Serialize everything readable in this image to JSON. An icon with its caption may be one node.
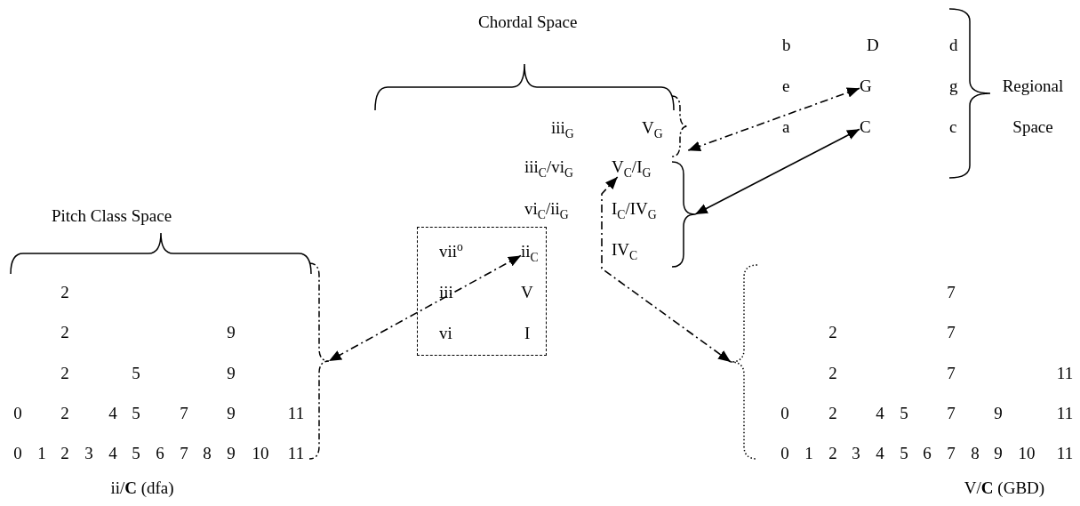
{
  "diagram": {
    "nodes": [
      {
        "text": [
          "G"
        ]
      },
      {
        "text": [
          "C"
        ]
      },
      {
        "text": [],
        "shape": "bracket"
      },
      {
        "text": [
          "V$_{C}$/I$_{G}$"
        ]
      },
      {
        "text": [],
        "shape": "bracket"
      },
      {
        "text": [
          "vii$^{o}$",
          "iii",
          "V",
          "vi",
          "I"
        ]
      },
      {
        "text": [
          "ii$_{C}$"
        ],
        "in": 5
      },
      {
        "text": [],
        "shape": "bracket"
      },
      {
        "text": [],
        "shape": "bracket"
      }
    ],
    "edges": [
      {
        "from": 6,
        "to": 7,
        "arrow": "both",
        "style": "dashed"
      },
      {
        "from": 3,
        "to": 8,
        "arrow": "both",
        "style": "dashed"
      },
      {
        "from": 0,
        "to": 2,
        "arrow": "both",
        "style": "dashed"
      },
      {
        "from": 1,
        "to": 4,
        "arrow": "both"
      }
    ],
    "labels": [
      "Chordal Space",
      "b",
      "D",
      "d",
      "e",
      "g",
      "a",
      "c",
      "Regional Space",
      "iii$_{G}$",
      "V$_{G}$",
      "iii$_{C}$/vi$_{G}$",
      "vi$_{C}$/ii$_{G}$",
      "I$_{C}$/IV$_{G}$",
      "IV$_{C}$",
      "Pitch Class Space",
      "2",
      "2",
      "9",
      "2",
      "5",
      "9",
      "0",
      "2",
      "4",
      "5",
      "7",
      "9",
      "11",
      "0",
      "1",
      "2",
      "3",
      "4",
      "5",
      "6",
      "7",
      "8",
      "9",
      "10",
      "11",
      "ii/**C** (dfa)",
      "7",
      "2",
      "7",
      "2",
      "7",
      "11",
      "0",
      "2",
      "4",
      "5",
      "7",
      "9",
      "11",
      "0",
      "1",
      "2",
      "3",
      "4",
      "5",
      "6",
      "7",
      "8",
      "9",
      "10",
      "11",
      "V/**C** (GBD)"
    ]
  }
}
